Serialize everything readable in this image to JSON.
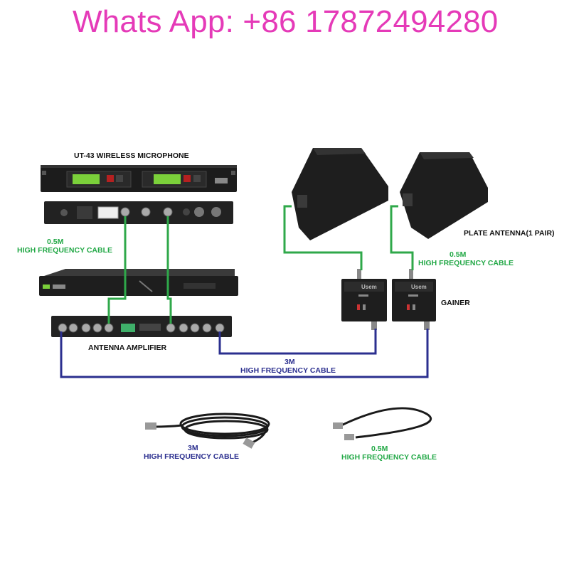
{
  "banner": {
    "text": "Whats App: +86 17872494280",
    "color": "#e53ab8"
  },
  "labels": {
    "microphone": "UT-43 WIRELESS MICROPHONE",
    "antenna_amplifier": "ANTENNA AMPLIFIER",
    "plate_antenna": "PLATE ANTENNA(1 PAIR)",
    "gainer": "GAINER",
    "cable_left_len": "0.5M",
    "cable_left_desc": "HIGH FREQUENCY CABLE",
    "cable_right_len": "0.5M",
    "cable_right_desc": "HIGH FREQUENCY CABLE",
    "cable_mid_len": "3M",
    "cable_mid_desc": "HIGH FREQUENCY CABLE",
    "cable_bl_len": "3M",
    "cable_bl_desc": "HIGH FREQUENCY CABLE",
    "cable_br_len": "0.5M",
    "cable_br_desc": "HIGH FREQUENCY CABLE"
  },
  "device_text": {
    "gainer_brand": "Usem"
  },
  "colors": {
    "green_cable": "#2fa84a",
    "blue_cable": "#2b2f8f",
    "device_dark": "#1c1c1c",
    "screen_green": "#7bd03a"
  }
}
